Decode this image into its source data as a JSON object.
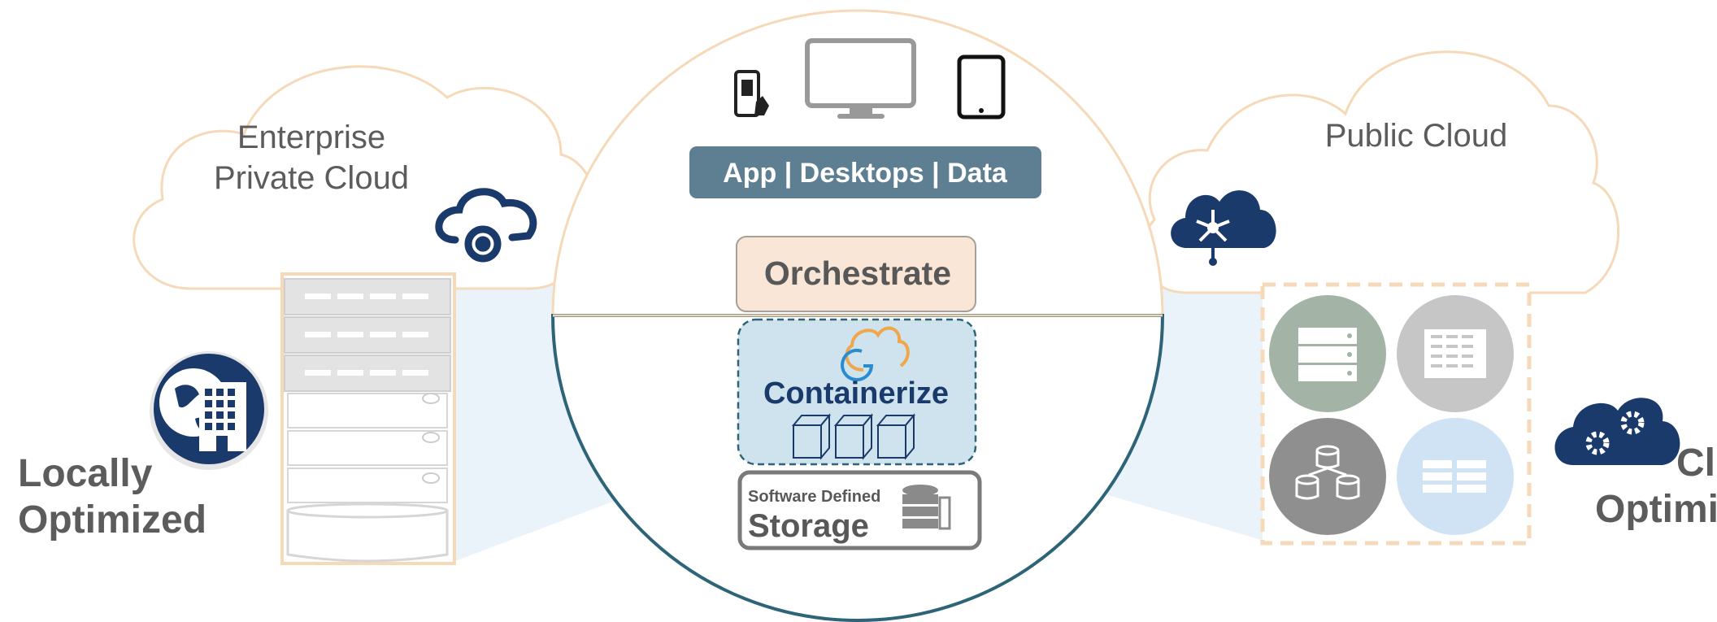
{
  "left_cloud": {
    "line1": "Enterprise",
    "line2": "Private Cloud"
  },
  "right_cloud": {
    "title": "Public Cloud"
  },
  "center": {
    "banner": "App | Desktops | Data",
    "orchestrate": "Orchestrate",
    "containerize": "Containerize",
    "storage_small": "Software Defined",
    "storage_big": "Storage"
  },
  "left_side": {
    "line1": "Locally",
    "line2": "Optimized"
  },
  "right_side": {
    "line1": "Cl",
    "line2": "Optimi"
  },
  "colors": {
    "cloud_outline": "#f5d9b8",
    "banner_bg": "#5e7f92",
    "orchestrate_bg": "#f9e6d6",
    "containerize_bg": "#cfe3ef",
    "dark_teal": "#2e6477",
    "navy": "#1a3a6b",
    "gray_text": "#5c5c5c"
  },
  "icons": [
    "private-cloud-icon",
    "public-cloud-network-icon",
    "globe-building-icon",
    "cloud-gears-icon",
    "smartphone-icon",
    "monitor-icon",
    "tablet-icon",
    "cloud-logo-icon",
    "containers-icon",
    "database-icon",
    "server-rack-icon"
  ]
}
